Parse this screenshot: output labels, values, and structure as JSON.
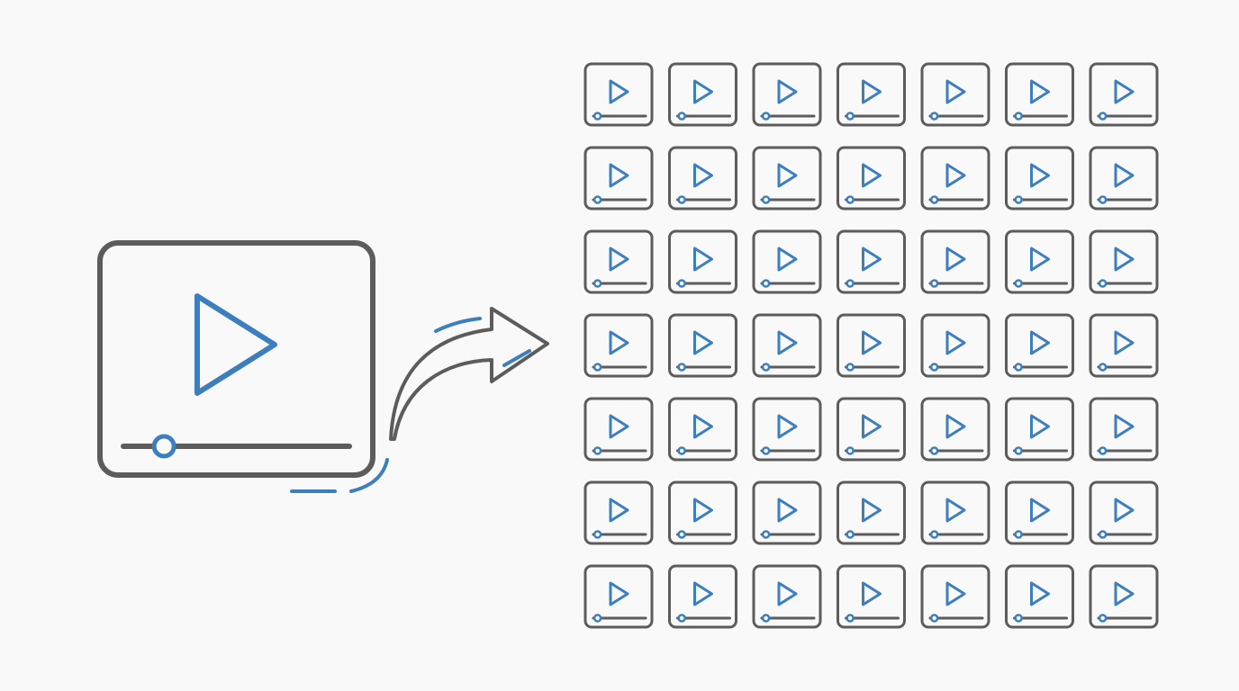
{
  "diagram": {
    "source_icon": "video-player-icon",
    "connector_icon": "curved-arrow-icon",
    "grid_icon": "video-thumbnail-icon",
    "grid_rows": 7,
    "grid_cols": 7,
    "progress_fraction": 0.18,
    "grid_progress_fraction": 0.08
  },
  "colors": {
    "background": "#f9f9f9",
    "outline": "#5c5c5c",
    "accent": "#3d7ebf"
  }
}
